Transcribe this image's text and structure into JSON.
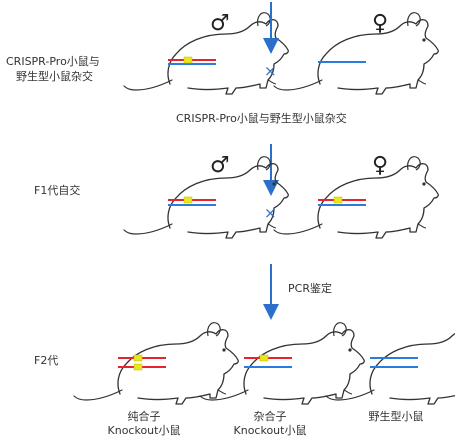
{
  "rows": {
    "cross1": {
      "label_line1": "CRISPR-Pro小鼠与",
      "label_line2": "野生型小鼠杂交"
    },
    "cross1_result": "CRISPR-Pro小鼠与野生型小鼠杂交",
    "f1": {
      "label": "F1代自交"
    },
    "pcr": {
      "label": "PCR鉴定"
    },
    "f2": {
      "label": "F2代"
    }
  },
  "symbols": {
    "male": "♂",
    "female": "♀",
    "cross": "×"
  },
  "outcomes": [
    {
      "line1": "纯合子",
      "line2": "Knockout小鼠"
    },
    {
      "line1": "杂合子",
      "line2": "Knockout小鼠"
    },
    {
      "line1": "野生型小鼠",
      "line2": ""
    }
  ],
  "colors": {
    "arrow": "#2a6fc9",
    "red_allele": "#e8232b",
    "blue_allele": "#2a7be0",
    "marker": "#e6e81e",
    "mouse_outline": "#333333"
  }
}
